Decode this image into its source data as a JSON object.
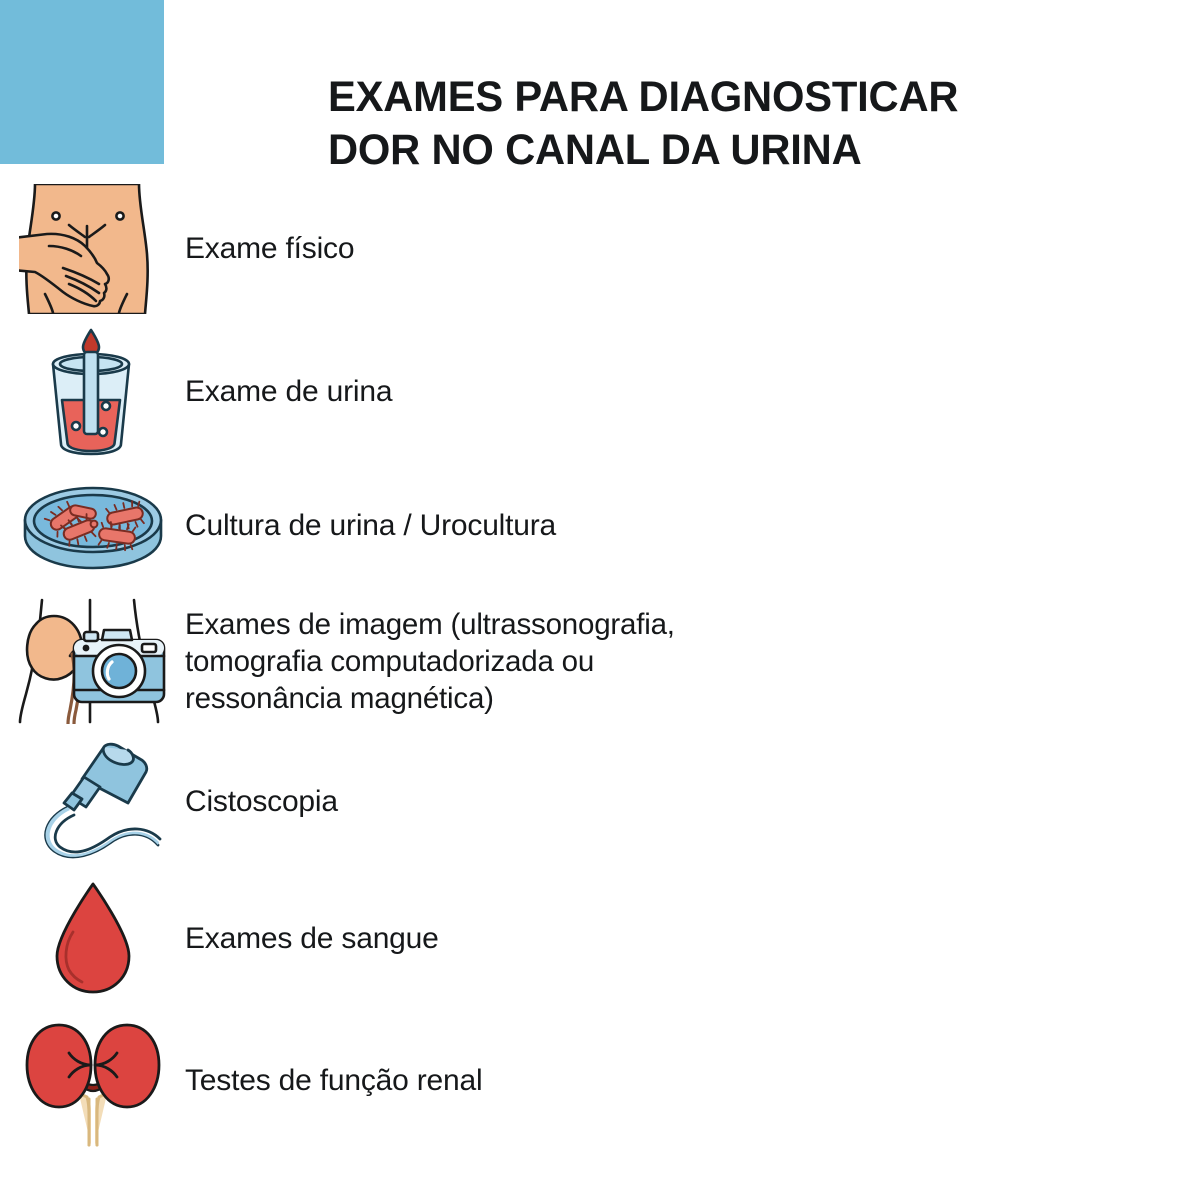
{
  "theme": {
    "accent_blue": "#72BCDA",
    "text_color": "#16181A",
    "background": "#FFFFFF",
    "icon_outline": "#1A1A1A",
    "skin": "#F2B88C",
    "blood_red": "#DC4440",
    "liquid_red": "#E8635A",
    "icon_blue": "#8FC4DE",
    "icon_blue_light": "#C8E2F0",
    "ureter_cream": "#F3DDB8"
  },
  "header": {
    "title_line1": "EXAMES PARA DIAGNOSTICAR",
    "title_line2": "DOR NO CANAL DA URINA"
  },
  "items": [
    {
      "icon": "physical-exam-torso-hand-icon",
      "label": "Exame físico",
      "lines": [
        "Exame físico"
      ]
    },
    {
      "icon": "urine-cup-test-strip-icon",
      "label": "Exame de urina",
      "lines": [
        "Exame de urina"
      ]
    },
    {
      "icon": "petri-dish-bacteria-icon",
      "label": "Cultura de urina / Urocultura",
      "lines": [
        "Cultura de urina / Urocultura"
      ]
    },
    {
      "icon": "kidney-camera-imaging-icon",
      "label": "Exames de imagem (ultrassonografia, tomografia computadorizada ou ressonância magnética)",
      "lines": [
        "Exames de imagem (ultrassonografia,",
        "tomografia computadorizada ou",
        "ressonância magnética)"
      ]
    },
    {
      "icon": "cystoscope-probe-icon",
      "label": "Cistoscopia",
      "lines": [
        "Cistoscopia"
      ]
    },
    {
      "icon": "blood-drop-icon",
      "label": "Exames de sangue",
      "lines": [
        "Exames de sangue"
      ]
    },
    {
      "icon": "kidneys-pair-icon",
      "label": "Testes de função renal",
      "lines": [
        "Testes de função renal"
      ]
    }
  ]
}
